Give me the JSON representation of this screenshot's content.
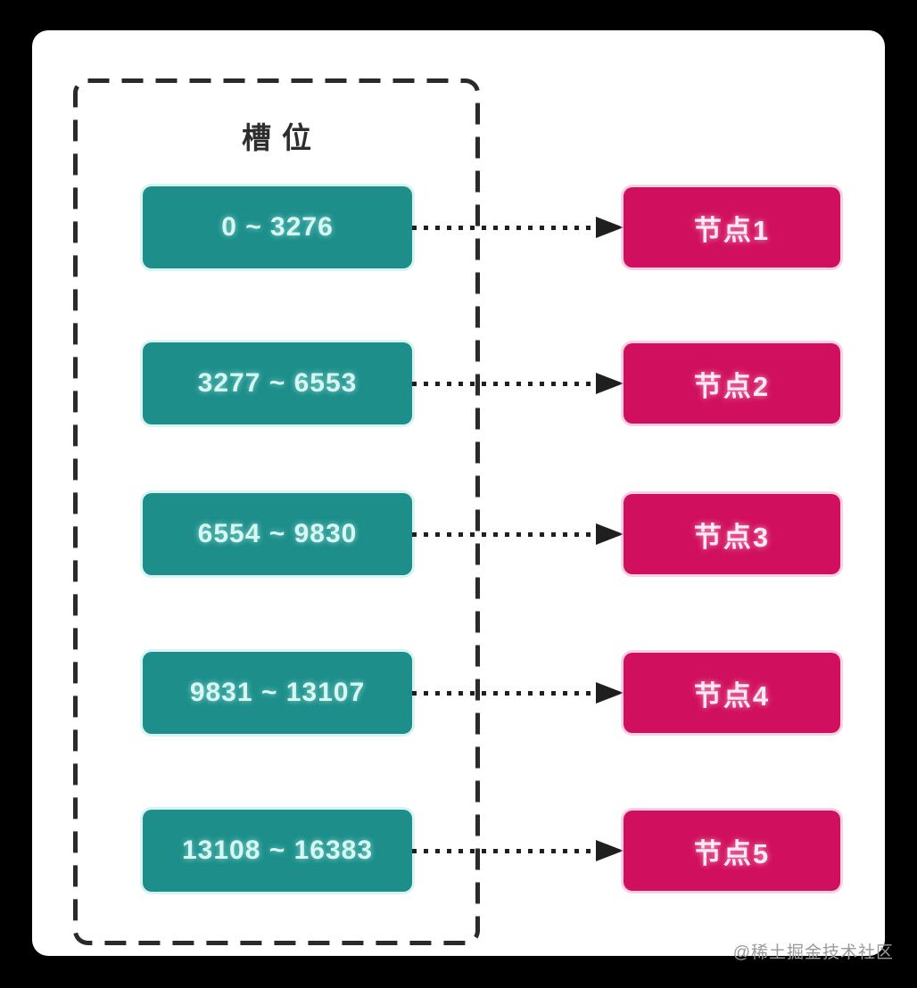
{
  "title": "槽位",
  "watermark": "@稀土掘金技术社区",
  "rows": [
    {
      "slot": "0 ~ 3276",
      "node": "节点1"
    },
    {
      "slot": "3277 ~ 6553",
      "node": "节点2"
    },
    {
      "slot": "6554 ~ 9830",
      "node": "节点3"
    },
    {
      "slot": "9831 ~ 13107",
      "node": "节点4"
    },
    {
      "slot": "13108 ~ 16383",
      "node": "节点5"
    }
  ],
  "colors": {
    "page_background": "#000000",
    "card_background": "#ffffff",
    "frame_border": "#2a2a2a",
    "title_text": "#2d2d2d",
    "slot_box": "#1d8e8a",
    "slot_text": "#d8f6f2",
    "node_box": "#d0105e",
    "node_text": "#ffeaf4",
    "arrow": "#1f1f1f",
    "watermark_text": "#9a9a9a"
  }
}
